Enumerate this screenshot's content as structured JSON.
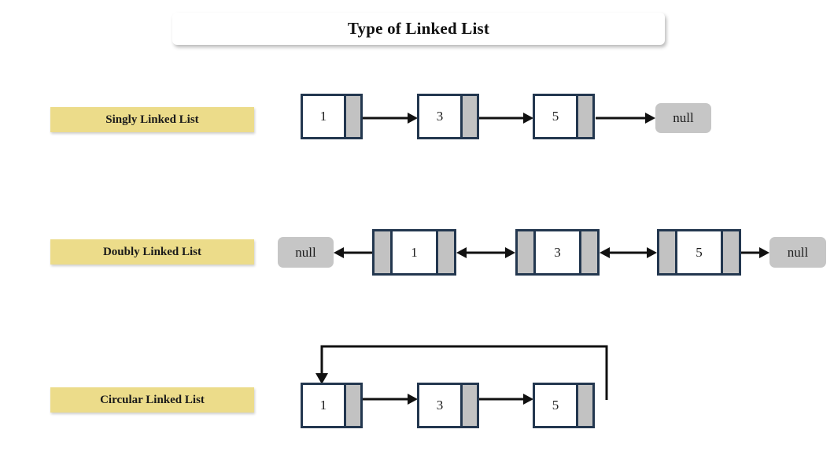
{
  "page": {
    "title": "Type of Linked List",
    "background_color": "#ffffff"
  },
  "colors": {
    "node_border": "#23374f",
    "pointer_cell": "#c2c2c2",
    "label_background": "#ecdc8a",
    "null_background": "#c6c6c6",
    "arrow": "#111111",
    "text": "#1a1a1a"
  },
  "rows": [
    {
      "id": "singly",
      "label": "Singly Linked List",
      "nodes": [
        {
          "value": "1"
        },
        {
          "value": "3"
        },
        {
          "value": "5"
        }
      ],
      "terminator_right": "null",
      "terminator_left": null
    },
    {
      "id": "doubly",
      "label": "Doubly Linked List",
      "nodes": [
        {
          "value": "1"
        },
        {
          "value": "3"
        },
        {
          "value": "5"
        }
      ],
      "terminator_right": "null",
      "terminator_left": "null"
    },
    {
      "id": "circular",
      "label": "Circular Linked List",
      "nodes": [
        {
          "value": "1"
        },
        {
          "value": "3"
        },
        {
          "value": "5"
        }
      ],
      "terminator_right": null,
      "terminator_left": null
    }
  ]
}
